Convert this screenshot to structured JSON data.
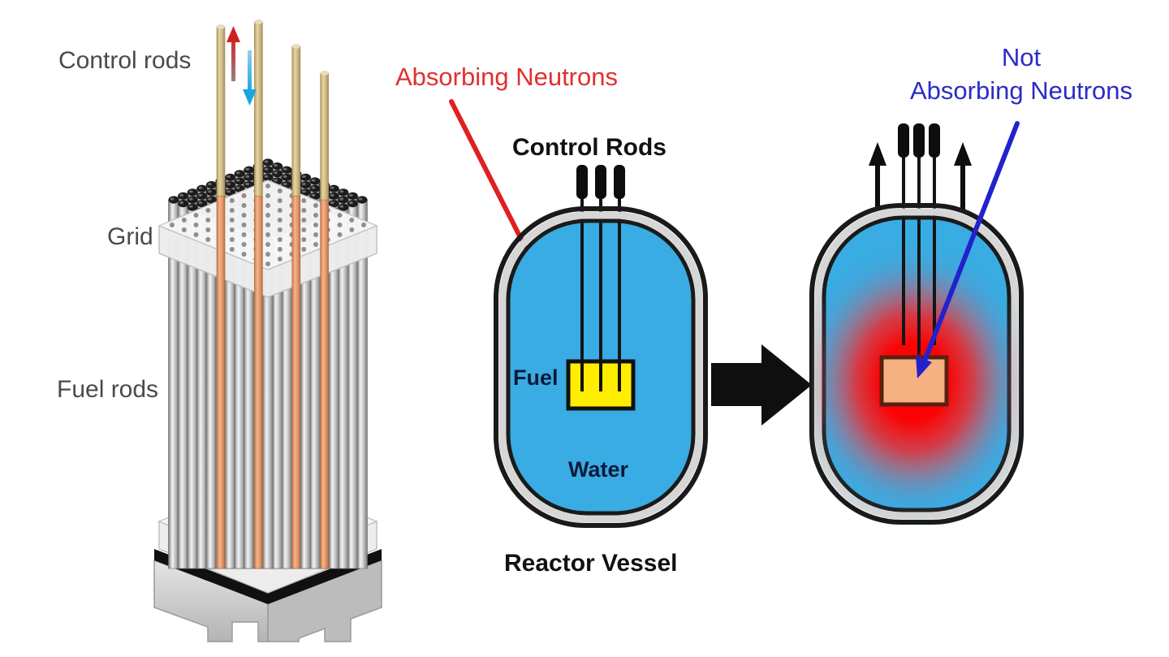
{
  "diagram": {
    "title": "Nuclear reactor control rod operation",
    "background_color": "#ffffff"
  },
  "labels": {
    "control_rods_left": "Control rods",
    "grid": "Grid",
    "fuel_rods": "Fuel rods",
    "absorbing_neutrons": "Absorbing Neutrons",
    "not_absorbing_line1": "Not",
    "not_absorbing_line2": "Absorbing Neutrons",
    "control_rods_center": "Control Rods",
    "fuel": "Fuel",
    "water": "Water",
    "reactor_vessel": "Reactor Vessel"
  },
  "colors": {
    "absorbing_text": "#e03030",
    "not_absorbing_text": "#2b2bc8",
    "water_blue": "#39ace3",
    "fuel_yellow": "#ffee00",
    "fuel_hot": "#f6b183",
    "heat_red": "#ff0000",
    "vessel_wall_grey": "#d8d8d8",
    "vessel_outline": "#111111",
    "control_rod_tan": "#d8c493",
    "control_rod_orange": "#e9986a",
    "fuel_rod_steel": "#9a9a9a",
    "base_grey": "#c8c8c8",
    "arrow_up_red": "#cc2222",
    "arrow_down_cyan": "#2ba6de",
    "transition_arrow": "#111111"
  },
  "left_assembly": {
    "name": "fuel-assembly",
    "fuel_rod_count": 22,
    "control_rod_count": 4,
    "grid_spacers": 2,
    "control_rod_up_arrow": "up",
    "control_rod_down_arrow": "down"
  },
  "center_vessel": {
    "name": "reactor-vessel-rods-inserted",
    "state": "rods inserted",
    "control_rods": 3,
    "fuel_box_color": "#ffee00",
    "coolant": "Water"
  },
  "right_vessel": {
    "name": "reactor-vessel-rods-withdrawn",
    "state": "rods withdrawn",
    "control_rods": 3,
    "withdraw_arrows": 2,
    "fuel_box_color": "#f6b183",
    "heat_glow": true
  }
}
